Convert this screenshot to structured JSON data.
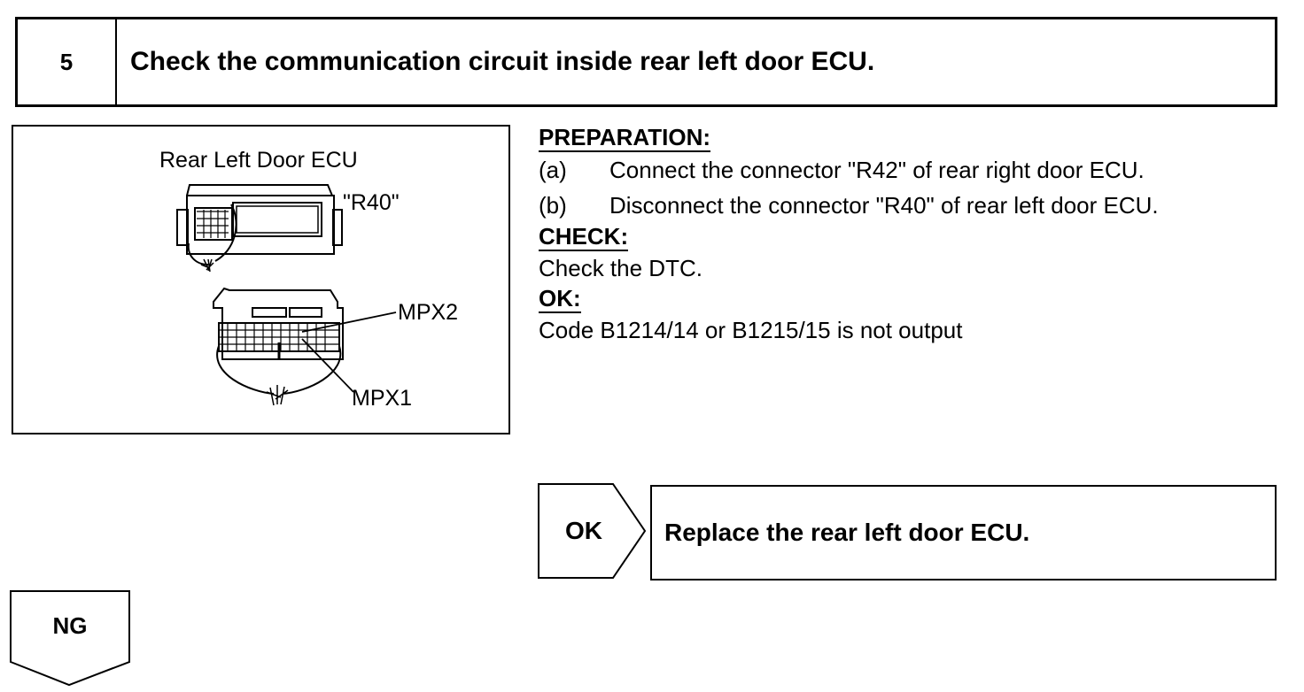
{
  "step": {
    "number": "5",
    "title": "Check the communication circuit inside rear left door ECU."
  },
  "illustration": {
    "ecu_label": "Rear Left Door ECU",
    "connector_label": "\"R40\"",
    "pin_upper": "MPX2",
    "pin_lower": "MPX1"
  },
  "preparation": {
    "heading": "PREPARATION:",
    "steps": [
      {
        "marker": "(a)",
        "text": "Connect the connector \"R42\" of rear right door ECU."
      },
      {
        "marker": "(b)",
        "text": "Disconnect the connector \"R40\" of rear left door ECU."
      }
    ]
  },
  "check": {
    "heading": "CHECK:",
    "text": "Check the DTC."
  },
  "ok_criteria": {
    "heading": "OK:",
    "text": "Code B1214/14 or B1215/15 is not output"
  },
  "ok_branch": {
    "label": "OK",
    "action": "Replace the rear left door ECU."
  },
  "ng_branch": {
    "label": "NG"
  }
}
